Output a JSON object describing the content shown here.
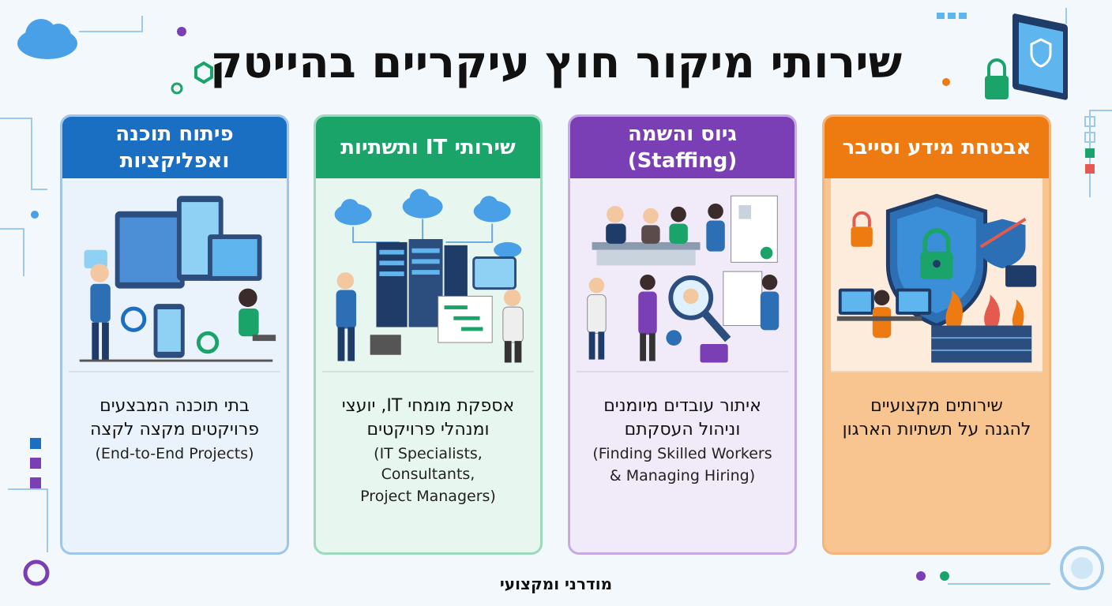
{
  "title": "שירותי מיקור חוץ עיקריים בהייטק",
  "cards": [
    {
      "header": "פיתוח תוכנה ואפליקציות",
      "he_lines": [
        "בתי תוכנה המבצעים",
        "פרויקטים מקצה לקצה"
      ],
      "en_lines": [
        "(End-to-End Projects)"
      ],
      "color": "#1b6fc2"
    },
    {
      "header": "שירותי IT ותשתיות",
      "he_lines": [
        "אספקת מומחי IT, יועצי",
        "ומנהלי פרויקטים"
      ],
      "en_lines": [
        "(IT Specialists, Consultants,",
        "Project Managers)"
      ],
      "color": "#1aa469"
    },
    {
      "header": "גיוס והשמה (Staffing)",
      "he_lines": [
        "איתור עובדים מיומנים",
        "וניהול העסקתם"
      ],
      "en_lines": [
        "(Finding Skilled Workers",
        "& Managing Hiring)"
      ],
      "color": "#7b3fb5"
    },
    {
      "header": "אבטחת מידע וסייבר",
      "he_lines": [
        "שירותים מקצועיים",
        "להגנה על תשתיות הארגון"
      ],
      "en_lines": [],
      "color": "#ee7a12"
    }
  ],
  "footer": "מודרני ומקצועי"
}
